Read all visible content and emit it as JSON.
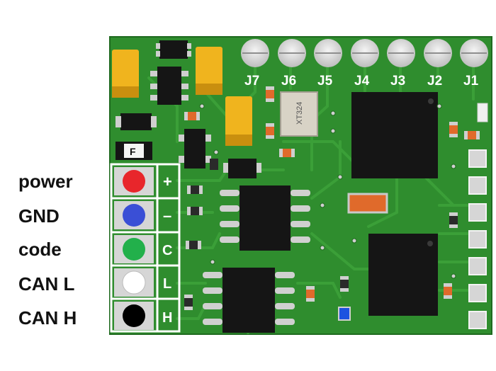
{
  "labels": [
    {
      "text": "power",
      "pad_color": "#e8262b"
    },
    {
      "text": "GND",
      "pad_color": "#3a4fd6"
    },
    {
      "text": "code",
      "pad_color": "#22b04b"
    },
    {
      "text": "CAN L",
      "pad_color": "#ffffff"
    },
    {
      "text": "CAN H",
      "pad_color": "#000000"
    }
  ],
  "pad_marks": [
    "+",
    "–",
    "C",
    "L",
    "H"
  ],
  "jumpers": [
    "J7",
    "J6",
    "J5",
    "J4",
    "J3",
    "J2",
    "J1"
  ],
  "fuse_label": "F",
  "crystal_label": "XT324",
  "colors": {
    "pcb": "#2f8d2e",
    "pcb_dark": "#237423",
    "silkscreen": "#ffffff",
    "solder_pad": "#dcdcdc",
    "chip": "#151515",
    "tantalum": "#f0b41e",
    "smd_orange": "#e06a2b"
  }
}
